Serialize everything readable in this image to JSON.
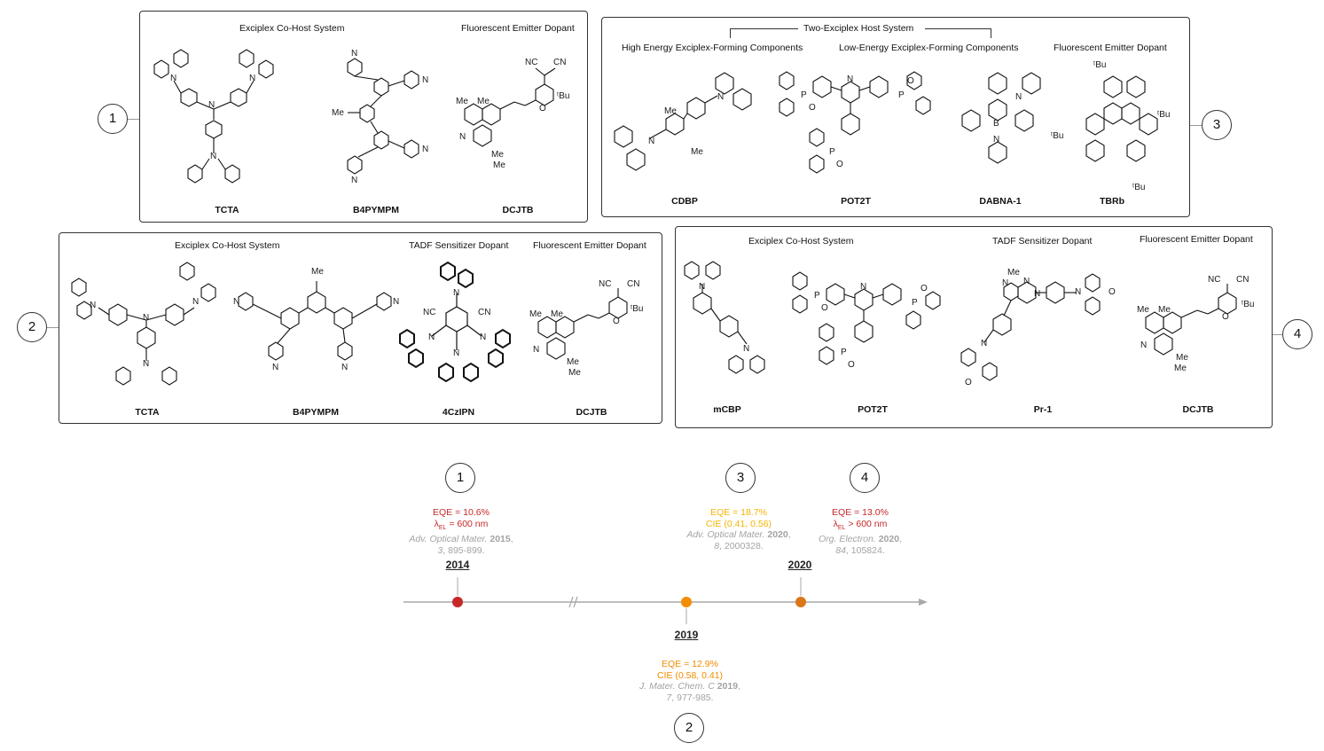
{
  "panels": {
    "p1": {
      "badge": "1",
      "headers": [
        "Exciplex Co-Host System",
        "Fluorescent Emitter Dopant"
      ],
      "compounds": [
        "TCTA",
        "B4PYMPM",
        "DCJTB"
      ]
    },
    "p2": {
      "badge": "2",
      "headers": [
        "Exciplex Co-Host System",
        "TADF Sensitizer Dopant",
        "Fluorescent Emitter Dopant"
      ],
      "compounds": [
        "TCTA",
        "B4PYMPM",
        "4CzIPN",
        "DCJTB"
      ]
    },
    "p3": {
      "badge": "3",
      "headers": [
        "Two-Exciplex Host System",
        "High Energy Exciplex-Forming Components",
        "Low-Energy Exciplex-Forming Components",
        "Fluorescent Emitter Dopant"
      ],
      "compounds": [
        "CDBP",
        "POT2T",
        "DABNA-1",
        "TBRb"
      ]
    },
    "p4": {
      "badge": "4",
      "headers": [
        "Exciplex Co-Host System",
        "TADF Sensitizer Dopant",
        "Fluorescent Emitter Dopant"
      ],
      "compounds": [
        "mCBP",
        "POT2T",
        "Pr-1",
        "DCJTB"
      ]
    }
  },
  "atom_labels": {
    "N": "N",
    "O": "O",
    "P": "P",
    "B": "B",
    "Me": "Me",
    "CN": "CN",
    "NC": "NC",
    "tBu": "ᵗBu"
  },
  "timeline": {
    "years": [
      "2014",
      "2019",
      "2020"
    ],
    "entries": [
      {
        "badge": "1",
        "eqe": "EQE = 10.6%",
        "second": "λ",
        "second_sub": "EL",
        "second_rest": " = 600 nm",
        "journal": "Adv. Optical Mater.",
        "year": "2015",
        "ref_tail": ",",
        "volume": "3",
        "pages": ", 895-899."
      },
      {
        "badge": "2",
        "eqe": "EQE = 12.9%",
        "second": "CIE (0.58, 0.41)",
        "journal": "J. Mater. Chem. C",
        "year": "2019",
        "ref_tail": ",",
        "volume": "7",
        "pages": ", 977-985."
      },
      {
        "badge": "3",
        "eqe": "EQE = 18.7%",
        "second": "CIE (0.41, 0.56)",
        "journal": "Adv. Optical Mater.",
        "year": "2020",
        "ref_tail": ",",
        "volume": "8",
        "pages": ", 2000328."
      },
      {
        "badge": "4",
        "eqe": "EQE = 13.0%",
        "second": "λ",
        "second_sub": "EL",
        "second_rest": " > 600 nm",
        "journal": "Org. Electron.",
        "year": "2020",
        "ref_tail": ",",
        "volume": "84",
        "pages": ", 105824."
      }
    ],
    "colors": {
      "red": "#c62828",
      "orange": "#f28c00",
      "yellow": "#f5b400",
      "dark_orange": "#d9771a",
      "axis": "#a8a8a8"
    }
  }
}
